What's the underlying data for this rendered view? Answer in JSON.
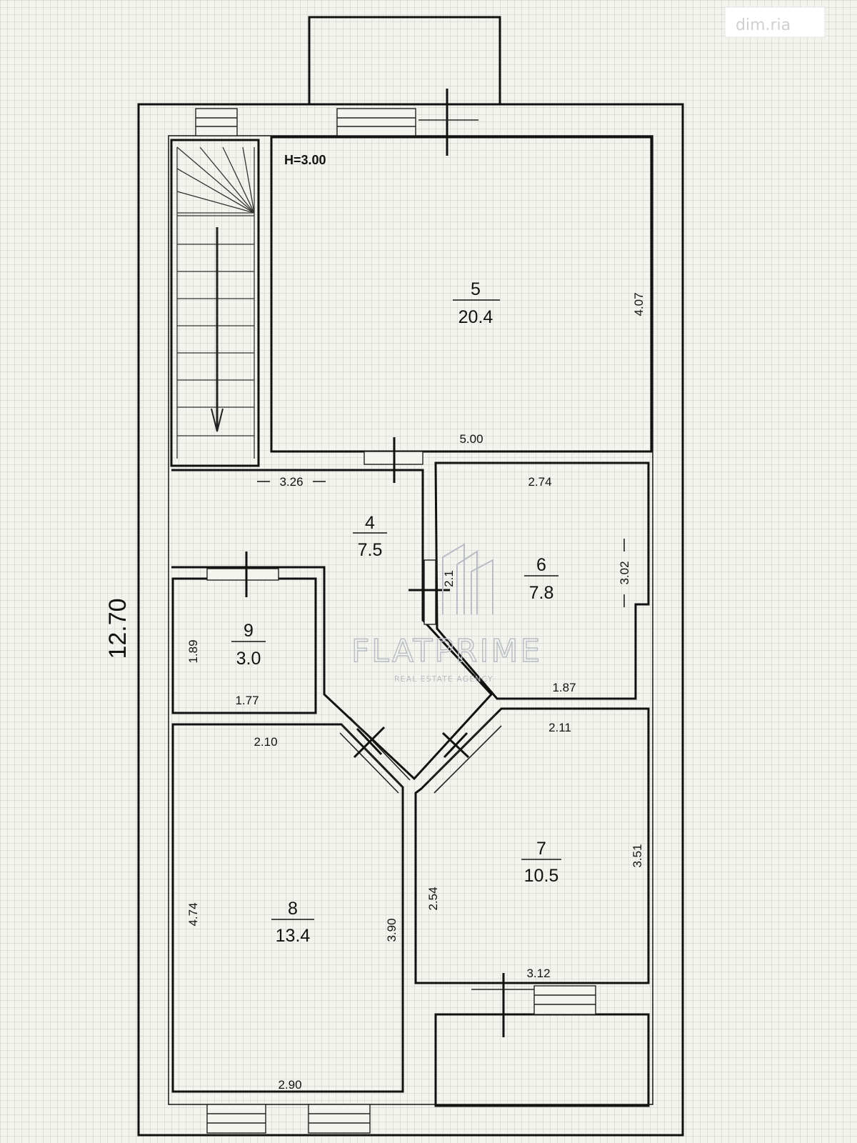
{
  "corner_logo": "dim.ria",
  "ceiling_height": "H=3.00",
  "total_length": "12.70",
  "rooms": [
    {
      "id": "room-4",
      "number": "4",
      "area": "7.5"
    },
    {
      "id": "room-5",
      "number": "5",
      "area": "20.4"
    },
    {
      "id": "room-6",
      "number": "6",
      "area": "7.8"
    },
    {
      "id": "room-7",
      "number": "7",
      "area": "10.5"
    },
    {
      "id": "room-8",
      "number": "8",
      "area": "13.4"
    },
    {
      "id": "room-9",
      "number": "9",
      "area": "3.0"
    }
  ],
  "dimensions": {
    "room5_width": "5.00",
    "room5_depth": "4.07",
    "room4_width": "3.26",
    "room6_top": "2.74",
    "room6_height": "3.02",
    "room6_bottom": "1.87",
    "room6_small": "2.1",
    "room9_height": "1.89",
    "room9_width": "1.77",
    "room8_top": "2.10",
    "room8_left": "4.74",
    "room8_right": "3.90",
    "room8_bottom": "2.90",
    "room7_top": "2.11",
    "room7_left": "2.54",
    "room7_right": "3.51",
    "room7_bottom": "3.12"
  },
  "watermark": {
    "brand": "FLATPRIME",
    "tagline": "REAL ESTATE AGENCY"
  }
}
